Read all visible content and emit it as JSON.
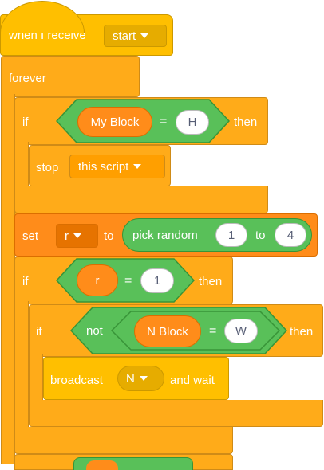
{
  "script": {
    "hat": {
      "label": "when I receive",
      "message": "start"
    },
    "forever": {
      "label": "forever"
    },
    "if1": {
      "if_label": "if",
      "then_label": "then",
      "left": "My Block",
      "op": "=",
      "right": "H"
    },
    "stop": {
      "label": "stop",
      "option": "this script"
    },
    "set": {
      "label": "set",
      "var": "r",
      "to_label": "to",
      "random_label": "pick random",
      "from": "1",
      "to_sep": "to",
      "to": "4"
    },
    "if2": {
      "if_label": "if",
      "then_label": "then",
      "left": "r",
      "op": "=",
      "right": "1"
    },
    "if3": {
      "if_label": "if",
      "then_label": "then",
      "not_label": "not",
      "left": "N Block",
      "op": "=",
      "right": "W"
    },
    "broadcast": {
      "label": "broadcast",
      "message": "N",
      "suffix": "and wait"
    }
  },
  "colors": {
    "control": "#FFAB19",
    "events": "#FFBF00",
    "variables": "#FF8C1A",
    "operators": "#59C059"
  }
}
